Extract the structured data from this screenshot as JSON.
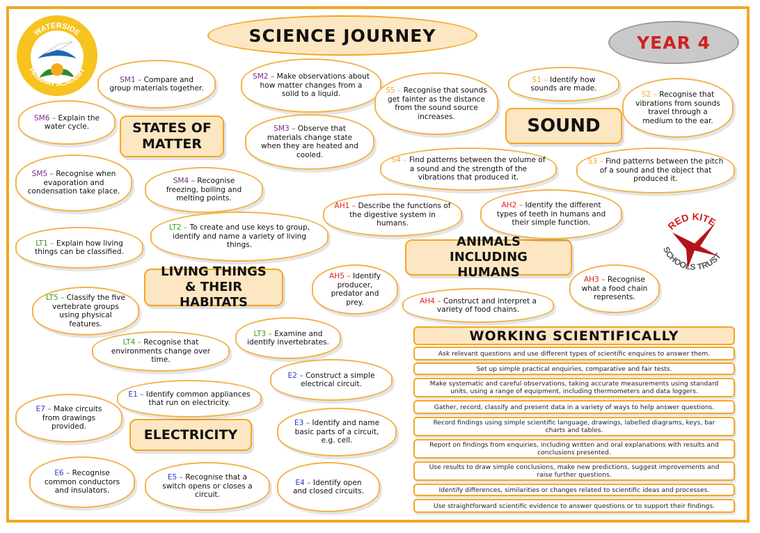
{
  "title": "SCIENCE JOURNEY",
  "year": "YEAR 4",
  "logos": {
    "left": {
      "line1": "WATERSIDE",
      "line2": "PRIMARY ACADEMY"
    },
    "right": {
      "line1": "RED KITE",
      "line2": "SCHOOLS TRUST"
    }
  },
  "colors": {
    "border": "#f4a623",
    "heading_fill": "#fde6c2",
    "states_of_matter": "#7a2a8c",
    "sound": "#f4a623",
    "animals": "#e02020",
    "living_things": "#3a9a22",
    "electricity": "#2f3fbf",
    "year_text": "#d31f1f"
  },
  "headings": {
    "states_of_matter": "STATES OF MATTER",
    "sound": "SOUND",
    "animals": "ANIMALS INCLUDING HUMANS",
    "living_things": "LIVING THINGS & THEIR HABITATS",
    "electricity": "ELECTRICITY"
  },
  "objectives": {
    "sm1": {
      "code": "SM1 –",
      "text": "Compare and group materials together."
    },
    "sm2": {
      "code": "SM2 –",
      "text": "Make observations about how matter changes from a solid to a liquid."
    },
    "sm3": {
      "code": "SM3 –",
      "text": "Observe that materials change state when they are heated and cooled."
    },
    "sm4": {
      "code": "SM4 –",
      "text": "Recognise freezing, boiling and melting points."
    },
    "sm5": {
      "code": "SM5 –",
      "text": "Recognise when evaporation and condensation take place."
    },
    "sm6": {
      "code": "SM6 –",
      "text": "Explain the water cycle."
    },
    "s1": {
      "code": "S1 –",
      "text": "Identify how sounds are made."
    },
    "s2": {
      "code": "S2 –",
      "text": "Recognise that vibrations from sounds travel through a medium to the ear."
    },
    "s3": {
      "code": "S3 –",
      "text": "Find patterns between the pitch of a sound and the object that produced it."
    },
    "s4": {
      "code": "S4 –",
      "text": "Find patterns between the volume of a sound and the strength of the vibrations that produced it."
    },
    "s5": {
      "code": "S5 –",
      "text": "Recognise that sounds get fainter as the distance from the sound source increases."
    },
    "ah1": {
      "code": "AH1 –",
      "text": "Describe the functions of the digestive system in humans."
    },
    "ah2": {
      "code": "AH2 –",
      "text": "Identify the different types of teeth in humans and their simple function."
    },
    "ah3": {
      "code": "AH3 –",
      "text": "Recognise what a food chain represents."
    },
    "ah4": {
      "code": "AH4 –",
      "text": "Construct and interpret a variety of food chains."
    },
    "ah5": {
      "code": "AH5 –",
      "text": "Identify producer, predator and prey."
    },
    "lt1": {
      "code": "LT1 –",
      "text": "Explain how living things can be classified."
    },
    "lt2": {
      "code": "LT2 –",
      "text": "To create and use keys to group, identify and name a variety of living things."
    },
    "lt3": {
      "code": "LT3 –",
      "text": "Examine and identify invertebrates."
    },
    "lt4": {
      "code": "LT4 –",
      "text": "Recognise that environments change over time."
    },
    "lt5": {
      "code": "LT5 –",
      "text": "Classify the five vertebrate groups using physical features."
    },
    "e1": {
      "code": "E1 –",
      "text": "Identify common appliances that run on electricity."
    },
    "e2": {
      "code": "E2 –",
      "text": "Construct a simple electrical circuit."
    },
    "e3": {
      "code": "E3 –",
      "text": "Identify and name basic parts of a circuit, e.g. cell."
    },
    "e4": {
      "code": "E4 –",
      "text": "Identify open and closed circuits."
    },
    "e5": {
      "code": "E5 –",
      "text": "Recognise that a switch opens or closes a circuit."
    },
    "e6": {
      "code": "E6 –",
      "text": "Recognise common conductors and insulators."
    },
    "e7": {
      "code": "E7 –",
      "text": "Make circuits from drawings provided."
    }
  },
  "working_scientifically": {
    "title": "WORKING SCIENTIFICALLY",
    "items": [
      "Ask relevant questions and use different types of scientific enquires to answer them.",
      "Set up simple practical enquiries, comparative and fair tests.",
      "Make systematic and careful observations, taking accurate measurements using standard units, using a range of equipment, including thermometers and data loggers.",
      "Gather, record, classify and present data in a variety of ways to help answer questions.",
      "Record findings using simple scientific language, drawings, labelled diagrams, keys, bar charts and tables.",
      "Report on findings from enquiries, including written and oral explanations with results and conclusions presented.",
      "Use results to draw simple conclusions, make new predictions, suggest improvements and raise further questions.",
      "Identify differences, similarities or changes related to scientific ideas and processes.",
      "Use straightforward scientific evidence to answer questions or to support their findings."
    ]
  }
}
